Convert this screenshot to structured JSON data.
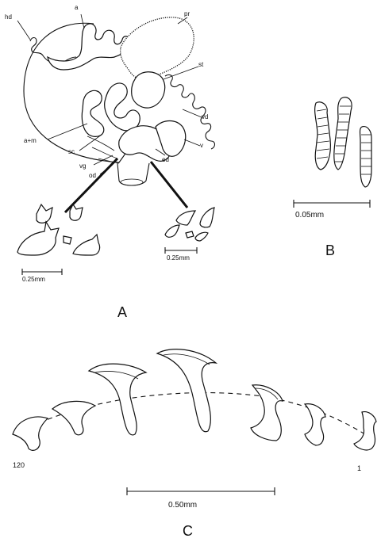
{
  "panels": {
    "a": "A",
    "b": "B",
    "c": "C"
  },
  "labels": {
    "hd": "hd",
    "a": "a",
    "pr": "pr",
    "st": "st",
    "vd": "vd",
    "v": "v",
    "am": "a+m",
    "sc": "sc",
    "vg": "vg",
    "od": "od",
    "ed": "ed"
  },
  "scales": {
    "a_left": "0.25mm",
    "a_right": "0.25mm",
    "b": "0.05mm",
    "c": "0.50mm"
  },
  "tooth_numbers": {
    "first": "120",
    "last": "1"
  }
}
